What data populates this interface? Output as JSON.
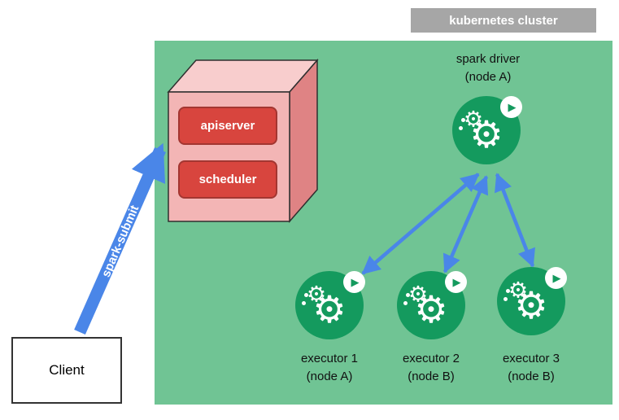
{
  "diagram": {
    "cluster_label": "kubernetes cluster",
    "cube": {
      "apiserver": "apiserver",
      "scheduler": "scheduler"
    },
    "driver": {
      "line1": "spark driver",
      "line2": "(node A)"
    },
    "executors": [
      {
        "line1": "executor 1",
        "line2": "(node A)"
      },
      {
        "line1": "executor 2",
        "line2": "(node B)"
      },
      {
        "line1": "executor 3",
        "line2": "(node B)"
      }
    ],
    "client_label": "Client",
    "spark_submit_label": "spark-submit",
    "icons": {
      "gear": "⚙",
      "play": "▶"
    },
    "colors": {
      "cluster_bg": "#70c494",
      "label_bg": "#a6a6a6",
      "box_red": "#d8453e",
      "box_red_border": "#a33631",
      "cube_front": "#f3b5b5",
      "cube_top": "#f8cdcd",
      "cube_side": "#df8384",
      "cube_outline": "#2f2f2f",
      "arrow_blue": "#4a86e8",
      "icon_green": "#149a5e"
    }
  }
}
